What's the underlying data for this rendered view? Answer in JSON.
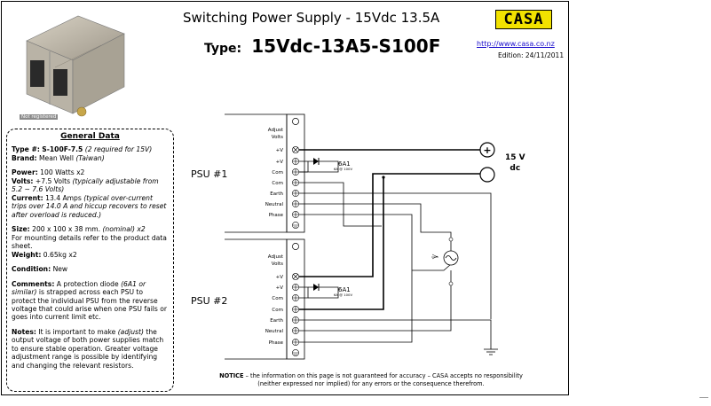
{
  "header": {
    "title": "Switching Power Supply - 15Vdc 13.5A",
    "type_label": "Type:",
    "type_value": "15Vdc-13A5-S100F",
    "logo_text": "CASA",
    "url": "http://www.casa.co.nz",
    "edition": "Edition: 24/11/2011"
  },
  "photo": {
    "tag": "Not registered"
  },
  "general": {
    "heading": "General Data",
    "type_label": "Type #:",
    "type_value": "S-100F-7.5",
    "type_note": "(2 required for 15V)",
    "brand_label": "Brand:",
    "brand_value": "Mean Well",
    "brand_note": "(Taiwan)",
    "power_label": "Power:",
    "power_value": "100 Watts x2",
    "volts_label": "Volts:",
    "volts_value": "+7.5 Volts",
    "volts_note": "(typically adjustable from 5.2 ~ 7.6 Volts)",
    "current_label": "Current:",
    "current_value": "13.4 Amps",
    "current_note": "(typical over-current trips over 14.0 A and hiccup recovers to reset after overload is reduced.)",
    "size_label": "Size:",
    "size_value": "200 x 100 x 38 mm.",
    "size_note": "(nominal) x2",
    "size_extra": "For mounting details refer to the product data sheet.",
    "weight_label": "Weight:",
    "weight_value": "0.65kg x2",
    "condition_label": "Condition:",
    "condition_value": "New",
    "comments_label": "Comments:",
    "comments_a": "A protection diode",
    "comments_b": "(6A1 or similar)",
    "comments_c": "is strapped across each PSU to protect the individual PSU from the reverse voltage that could arise when one PSU fails or goes into current limit etc.",
    "notes_label": "Notes:",
    "notes_a": "It is important to make",
    "notes_b": "(adjust)",
    "notes_c": "the output voltage of both power supplies match to ensure stable operation. Greater voltage adjustment range is possible by identifying and changing the relevant resistors."
  },
  "diagram": {
    "psu1_label": "PSU #1",
    "psu2_label": "PSU #2",
    "adjust_line1": "Adjust",
    "adjust_line2": "Volts",
    "terminals": [
      "+V",
      "+V",
      "Com",
      "Com",
      "Earth",
      "Neutral",
      "Phase"
    ],
    "diode_label": "6A1",
    "diode_rating": "6A @ 100V",
    "plus_symbol": "+",
    "output_line1": "15 V",
    "output_line2": "dc"
  },
  "notice": {
    "label": "NOTICE",
    "text1": " – the information on this page is not guaranteed for accuracy – CASA accepts no responsibility",
    "text2": "(neither expressed nor implied) for any errors or the consequence therefrom."
  }
}
